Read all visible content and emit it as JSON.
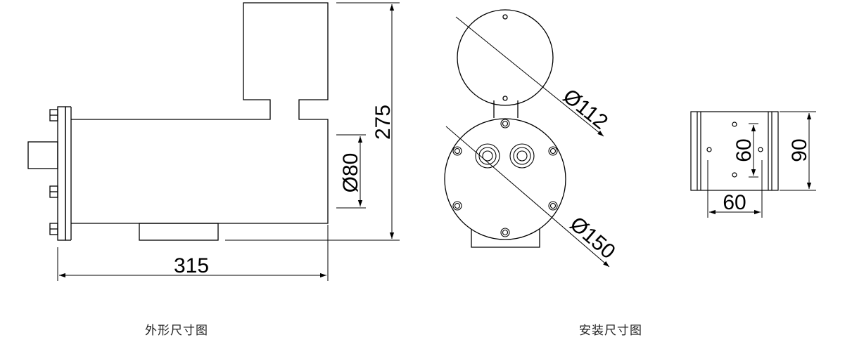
{
  "views": {
    "outline": {
      "caption": "外形尺寸图",
      "dims": {
        "length": "315",
        "height": "275",
        "diameter": "Ø80"
      }
    },
    "installation": {
      "caption": "安装尺寸图",
      "dims": {
        "upper_diameter": "Ø112",
        "lower_diameter": "Ø150"
      }
    },
    "bracket": {
      "dims": {
        "hole_spacing_v": "60",
        "hole_spacing_h": "60",
        "height": "90"
      }
    }
  }
}
